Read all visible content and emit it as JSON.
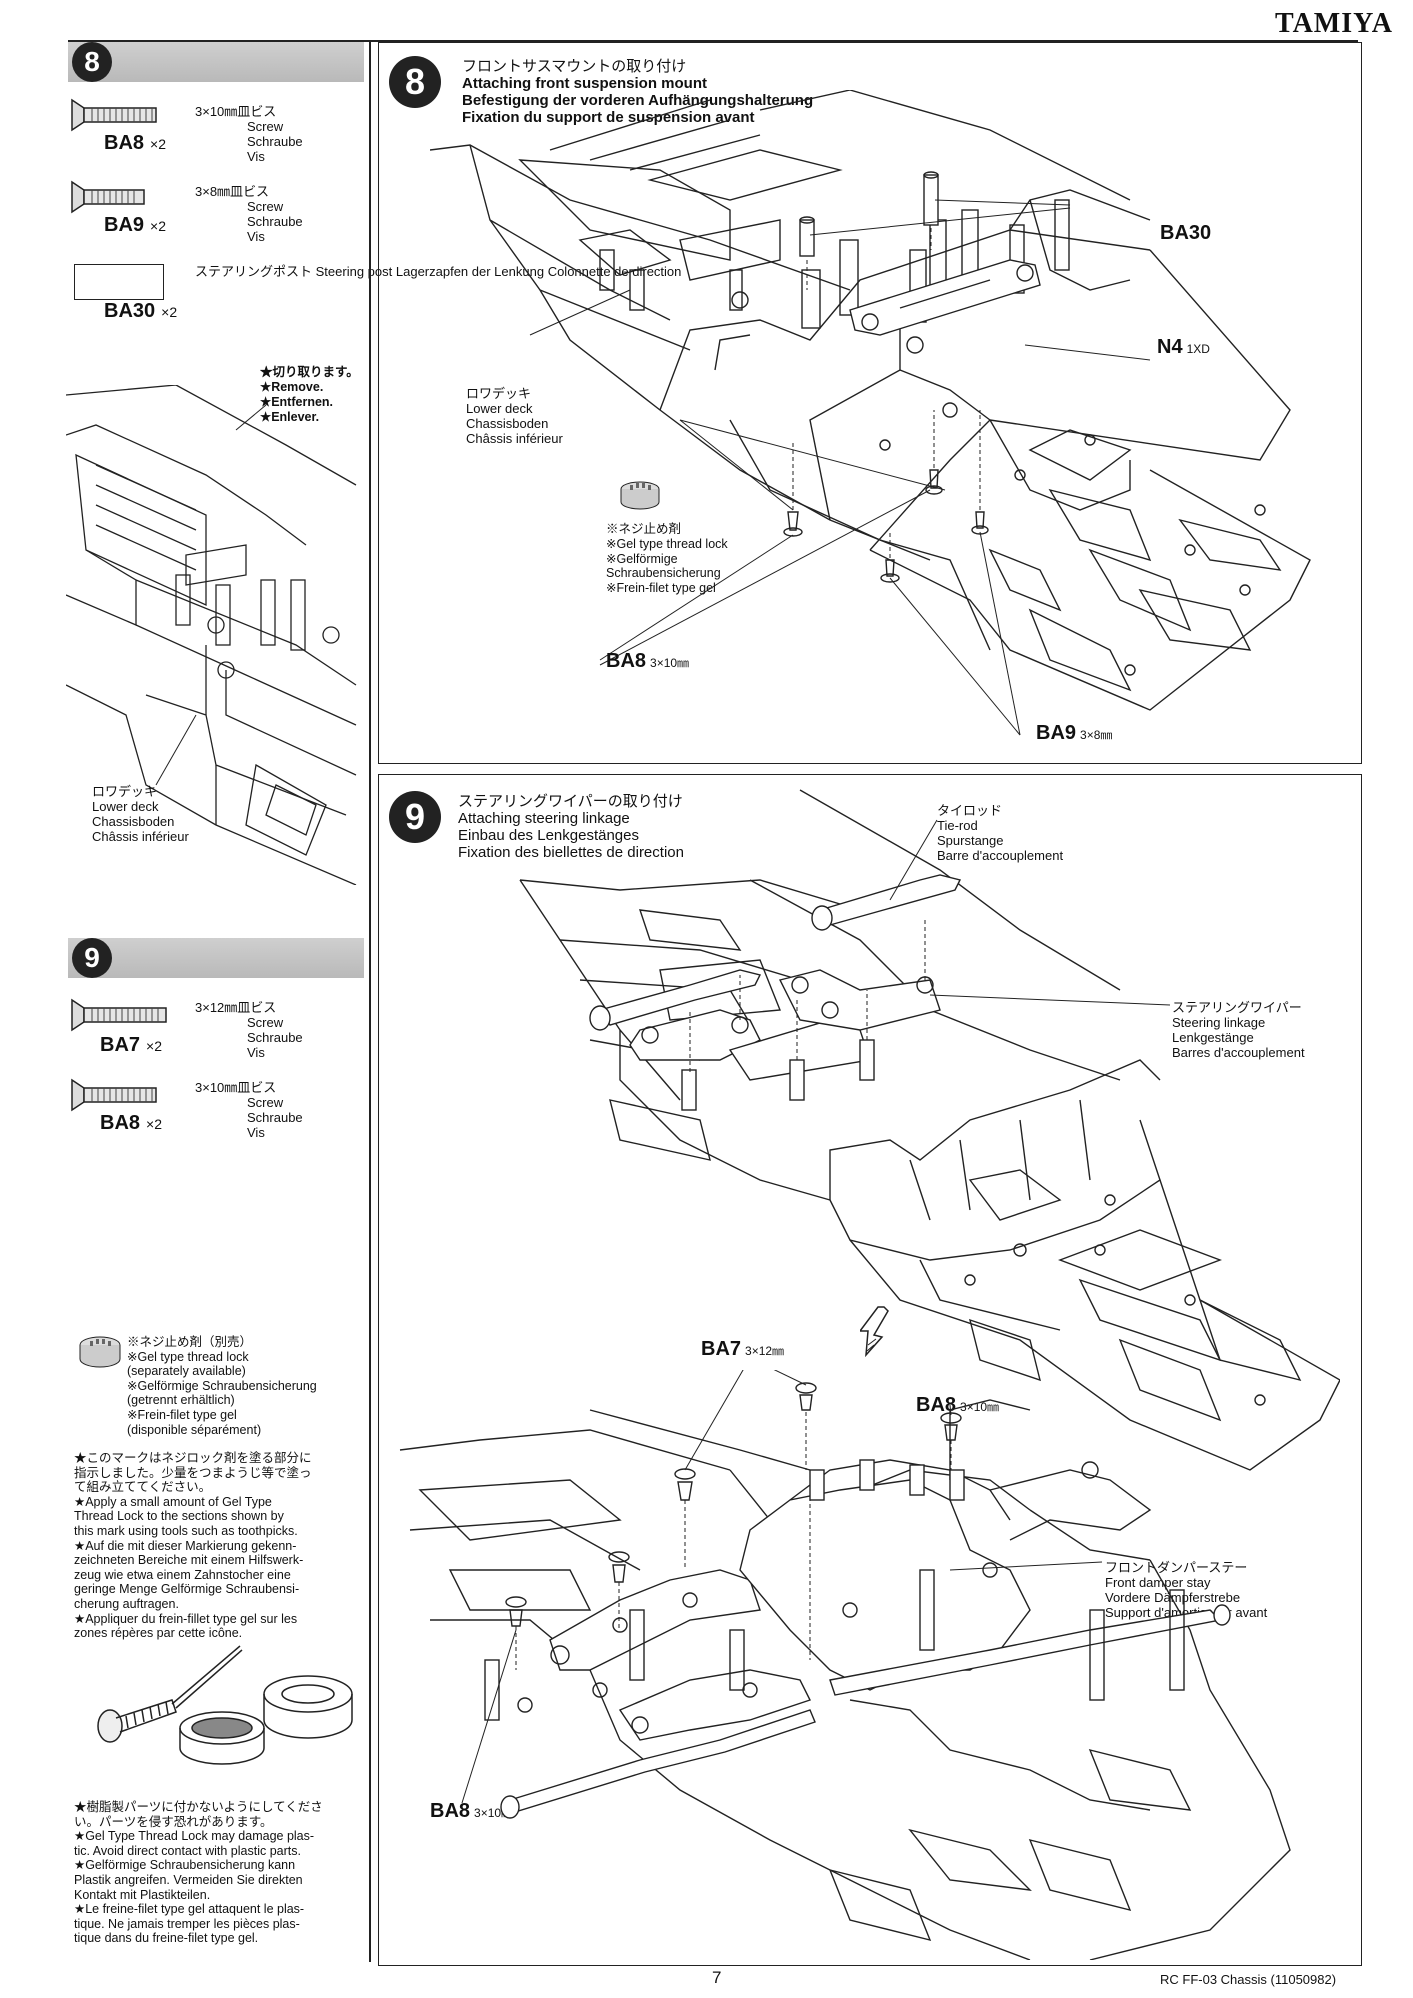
{
  "brand": "TAMIYA",
  "page_number": "7",
  "footer_text": "RC FF-03 Chassis (11050982)",
  "sidebar8": {
    "num": "8",
    "parts": [
      {
        "code": "BA8",
        "qty": "×2",
        "lines": [
          "3×10㎜皿ビス",
          "Screw",
          "Schraube",
          "Vis"
        ]
      },
      {
        "code": "BA9",
        "qty": "×2",
        "lines": [
          "3×8㎜皿ビス",
          "Screw",
          "Schraube",
          "Vis"
        ]
      },
      {
        "code": "BA30",
        "qty": "×2",
        "lines": [
          "ステアリングポスト",
          "Steering post",
          "Lagerzapfen der Lenkung",
          "Colonnette de direction"
        ]
      }
    ],
    "remove_lines": [
      "★切り取ります。",
      "★Remove.",
      "★Entfernen.",
      "★Enlever."
    ],
    "lower_deck": [
      "ロワデッキ",
      "Lower deck",
      "Chassisboden",
      "Châssis inférieur"
    ]
  },
  "sidebar9": {
    "num": "9",
    "parts": [
      {
        "code": "BA7",
        "qty": "×2",
        "lines": [
          "3×12㎜皿ビス",
          "Screw",
          "Schraube",
          "Vis"
        ]
      },
      {
        "code": "BA8",
        "qty": "×2",
        "lines": [
          "3×10㎜皿ビス",
          "Screw",
          "Schraube",
          "Vis"
        ]
      }
    ],
    "threadlock": [
      "※ネジ止め剤（別売）",
      "※Gel type thread lock",
      "(separately available)",
      "※Gelförmige Schraubensicherung",
      "(getrennt erhältlich)",
      "※Frein-filet type gel",
      "(disponible séparément)"
    ],
    "apply": [
      "★このマークはネジロック剤を塗る部分に",
      "指示しました。少量をつまようじ等で塗っ",
      "て組み立ててください。",
      "★Apply a small amount of Gel Type",
      "Thread Lock to the sections shown by",
      "this mark using tools such as toothpicks.",
      "★Auf die mit dieser Markierung gekenn-",
      "zeichneten Bereiche mit einem Hilfswerk-",
      "zeug wie etwa einem Zahnstocher eine",
      "geringe Menge Gelförmige Schraubensi-",
      "cherung auftragen.",
      "★Appliquer du frein-fillet type gel sur les",
      "zones répères par cette icône."
    ],
    "warning": [
      "★樹脂製パーツに付かないようにしてくださ",
      "い。パーツを侵す恐れがあります。",
      "★Gel Type Thread Lock may damage plas-",
      "tic. Avoid direct contact with plastic parts.",
      "★Gelförmige Schraubensicherung kann",
      "Plastik angreifen. Vermeiden Sie direkten",
      "Kontakt mit Plastikteilen.",
      "★Le freine-filet type gel attaquent le plas-",
      "tique. Ne jamais tremper les pièces plas-",
      "tique dans du freine-filet type gel."
    ]
  },
  "step8": {
    "num": "8",
    "title": [
      "フロントサスマウントの取り付け",
      "Attaching front suspension mount",
      "Befestigung der vorderen Aufhängungshalterung",
      "Fixation du support de suspension avant"
    ],
    "ba30": "BA30",
    "n4": "N4",
    "n4_qty": "1XD",
    "lower_deck": [
      "ロワデッキ",
      "Lower deck",
      "Chassisboden",
      "Châssis inférieur"
    ],
    "threadlock": [
      "※ネジ止め剤",
      "※Gel type thread lock",
      "※Gelförmige",
      "Schraubensicherung",
      "※Frein-filet type gel"
    ],
    "ba8": "BA8",
    "ba8_size": "3×10㎜",
    "ba9": "BA9",
    "ba9_size": "3×8㎜"
  },
  "step9": {
    "num": "9",
    "title": [
      "ステアリングワイパーの取り付け",
      "Attaching steering linkage",
      "Einbau des Lenkgestänges",
      "Fixation des biellettes de direction"
    ],
    "tierod": [
      "タイロッド",
      "Tie-rod",
      "Spurstange",
      "Barre d'accouplement"
    ],
    "linkage": [
      "ステアリングワイパー",
      "Steering linkage",
      "Lenkgestänge",
      "Barres d'accouplement"
    ],
    "ba7": "BA7",
    "ba7_size": "3×12㎜",
    "ba8_top": "BA8",
    "ba8_top_size": "3×10㎜",
    "damper": [
      "フロントダンパーステー",
      "Front damper stay",
      "Vordere Dämpferstrebe",
      "Support d'amortisseur avant"
    ],
    "ba8_bot": "BA8",
    "ba8_bot_size": "3×10㎜"
  }
}
